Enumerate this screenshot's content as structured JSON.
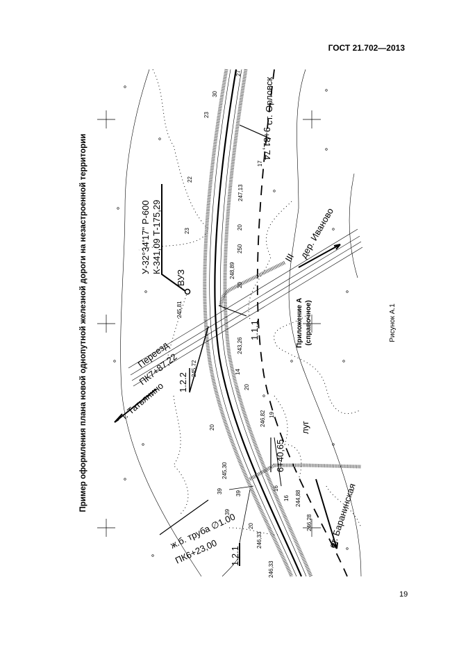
{
  "header": {
    "standard": "ГОСТ 21.702—2013"
  },
  "page_number": "19",
  "appendix": {
    "title": "Приложение А",
    "status": "(справочное)"
  },
  "figure": {
    "title": "Пример оформления плана новой однопутной железной дороги на незастроенной территории",
    "caption": "Рисунок А.1"
  },
  "map_labels": {
    "curve_angle_radius": "У-32°34'17\"  Р-600",
    "curve_length_tangent": "К-341,09  Т-175,29",
    "vertex": "ВУЗ",
    "crossing": "Переезд",
    "crossing_pk": "ПК7+87,22",
    "to_tatyanino": "г. Татьянино",
    "to_ivanovo": "дер. Иваново",
    "station_orlovsk": "ст. Орловск",
    "station_orlovsk_pk": "9+81,74",
    "station_baraninskaya": "ст. Баранинская",
    "station_baraninskaya_pk": "6+40,65",
    "culvert": "ж.б. труба ∅1.00",
    "culvert_pk": "ПК6+23,00",
    "meadow": "луг",
    "road_category": "III",
    "callout_122": "1.2.2",
    "callout_111": "1.1.1",
    "callout_121": "1.2.1"
  },
  "elevations": [
    "245,81",
    "247,13",
    "248,89",
    "243,26",
    "245,72",
    "246,82",
    "245,30",
    "244,88",
    "246,28",
    "246,33",
    "246,33"
  ],
  "numbers": [
    "23",
    "22",
    "23",
    "17",
    "20",
    "250",
    "20",
    "20",
    "19",
    "20",
    "39",
    "39",
    "39",
    "20",
    "16",
    "16",
    "14",
    "27",
    "30"
  ]
}
